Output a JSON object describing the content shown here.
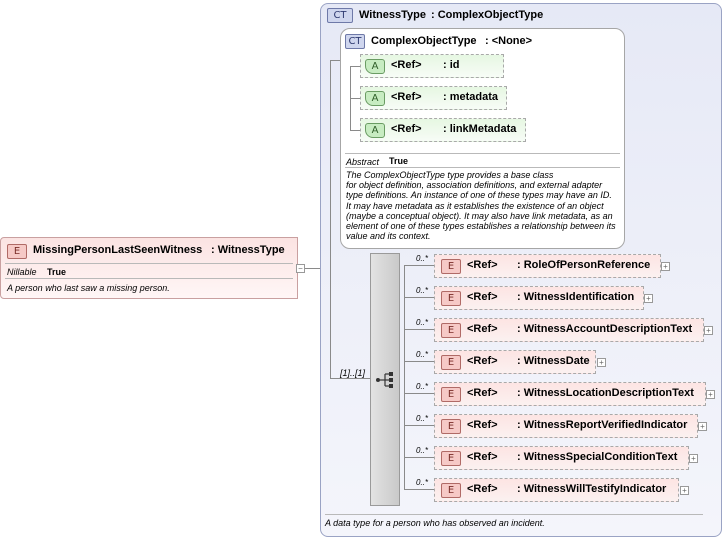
{
  "root_element": {
    "badge": "E",
    "name": "MissingPersonLastSeenWitness",
    "type": ": WitnessType",
    "nillable_label": "Nillable",
    "nillable_value": "True",
    "description": "A person who last saw a missing person.",
    "collapse": "−"
  },
  "witness_type": {
    "badge": "CT",
    "title": "WitnessType",
    "base": ": ComplexObjectType",
    "description": "A data type for a person who has observed an incident."
  },
  "complex_object_type": {
    "badge": "CT",
    "title": "ComplexObjectType",
    "base": ": <None>",
    "abstract_label": "Abstract",
    "abstract_value": "True",
    "description_lines": [
      "The ComplexObjectType type provides a base class",
      "for object definition, association definitions, and external adapter",
      "type definitions. An instance of one of these types may have an ID.",
      "It may have metadata as it establishes the existence of an object",
      "(maybe a conceptual object). It may also have link metadata, as an",
      "element of one of these types establishes a relationship between its",
      "value and its context."
    ],
    "attributes": [
      {
        "badge": "A",
        "ref": "<Ref>",
        "name": ": id"
      },
      {
        "badge": "A",
        "ref": "<Ref>",
        "name": ": metadata"
      },
      {
        "badge": "A",
        "ref": "<Ref>",
        "name": ": linkMetadata"
      }
    ]
  },
  "sequence": {
    "multiplicity": "[1]..[1]",
    "children": [
      {
        "badge": "E",
        "ref": "<Ref>",
        "name": ": RoleOfPersonReference",
        "multiplicity": "0..*",
        "expand": "+"
      },
      {
        "badge": "E",
        "ref": "<Ref>",
        "name": ": WitnessIdentification",
        "multiplicity": "0..*",
        "expand": "+"
      },
      {
        "badge": "E",
        "ref": "<Ref>",
        "name": ": WitnessAccountDescriptionText",
        "multiplicity": "0..*",
        "expand": "+"
      },
      {
        "badge": "E",
        "ref": "<Ref>",
        "name": ": WitnessDate",
        "multiplicity": "0..*",
        "expand": "+"
      },
      {
        "badge": "E",
        "ref": "<Ref>",
        "name": ": WitnessLocationDescriptionText",
        "multiplicity": "0..*",
        "expand": "+"
      },
      {
        "badge": "E",
        "ref": "<Ref>",
        "name": ": WitnessReportVerifiedIndicator",
        "multiplicity": "0..*",
        "expand": "+"
      },
      {
        "badge": "E",
        "ref": "<Ref>",
        "name": ": WitnessSpecialConditionText",
        "multiplicity": "0..*",
        "expand": "+"
      },
      {
        "badge": "E",
        "ref": "<Ref>",
        "name": ": WitnessWillTestifyIndicator",
        "multiplicity": "0..*",
        "expand": "+"
      }
    ]
  }
}
